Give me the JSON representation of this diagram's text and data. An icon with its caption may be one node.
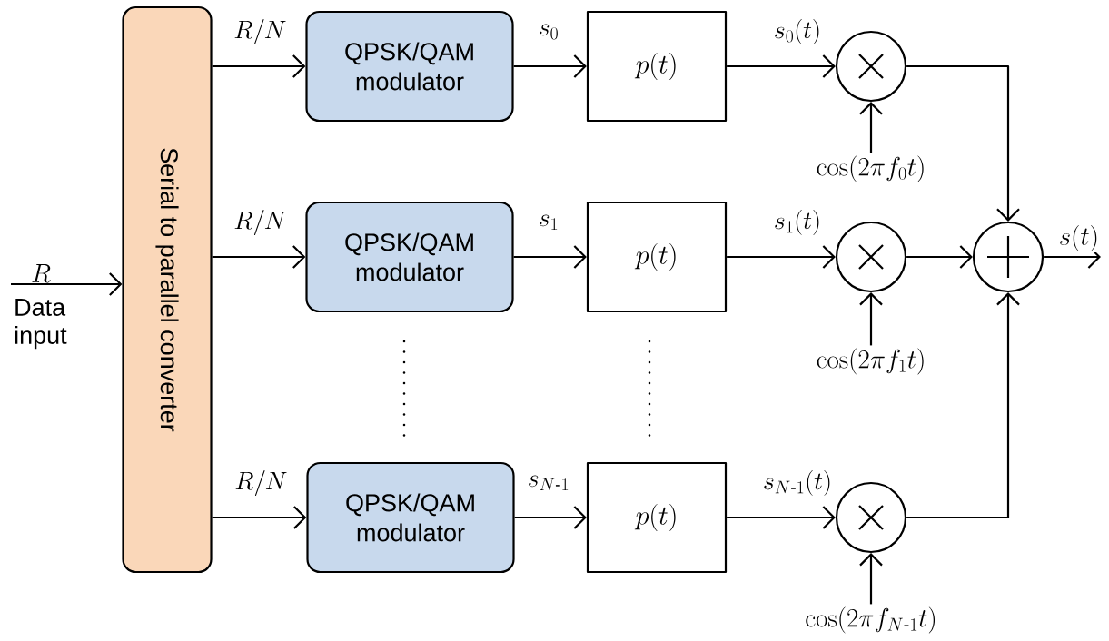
{
  "diagram": {
    "nodes": [
      {
        "text": [
          "Serial to parallel converter"
        ]
      },
      {
        "text": [
          "QPSK/QAM modulator"
        ]
      },
      {
        "text": [
          "QPSK/QAM modulator"
        ]
      },
      {
        "text": [
          "QPSK/QAM modulator"
        ]
      },
      {
        "text": [
          "p(t)"
        ]
      },
      {
        "text": [
          "p(t)"
        ]
      },
      {
        "text": [
          "p(t)"
        ]
      },
      {
        "text": [],
        "shape": "circle"
      },
      {
        "text": [],
        "shape": "circle"
      },
      {
        "text": [],
        "shape": "circle"
      },
      {
        "text": [],
        "shape": "circle"
      },
      {
        "text": [
          "\\cos(2\\pi f_0 t)"
        ]
      },
      {
        "text": [
          "\\cos(2\\pi f_1 t)"
        ]
      },
      {
        "text": [
          "\\cos(2\\pi f_{N\\text{-}1} t)"
        ]
      }
    ],
    "edges": [
      {
        "from": null,
        "to": 0,
        "arrow": "to",
        "label": "R"
      },
      {
        "from": 0,
        "to": 1,
        "arrow": "to",
        "label": "R/N"
      },
      {
        "from": 0,
        "to": 2,
        "arrow": "to",
        "label": "R/N"
      },
      {
        "from": 0,
        "to": 3,
        "arrow": "to",
        "label": "R/N"
      },
      {
        "from": 1,
        "to": 4,
        "arrow": "to",
        "label": "s_0"
      },
      {
        "from": 2,
        "to": 5,
        "arrow": "to",
        "label": "s_1"
      },
      {
        "from": 3,
        "to": 6,
        "arrow": "to",
        "label": "s_{N\\text{-}1}"
      },
      {
        "from": 4,
        "to": 7,
        "arrow": "to",
        "label": "s_0(t)"
      },
      {
        "from": 5,
        "to": 8,
        "arrow": "to",
        "label": "s_1(t)"
      },
      {
        "from": 6,
        "to": 9,
        "arrow": "to",
        "label": "s_{N\\text{-}1}(t)"
      },
      {
        "from": 11,
        "to": 7,
        "arrow": "to"
      },
      {
        "from": 12,
        "to": 8,
        "arrow": "to"
      },
      {
        "from": 13,
        "to": 9,
        "arrow": "to"
      },
      {
        "from": 7,
        "to": 10,
        "arrow": "to"
      },
      {
        "from": 8,
        "to": 10,
        "arrow": "to"
      },
      {
        "from": 9,
        "to": 10,
        "arrow": "to"
      },
      {
        "from": 10,
        "to": null,
        "arrow": "to",
        "label": "s(t)"
      }
    ],
    "labels": [
      "Data input"
    ]
  }
}
